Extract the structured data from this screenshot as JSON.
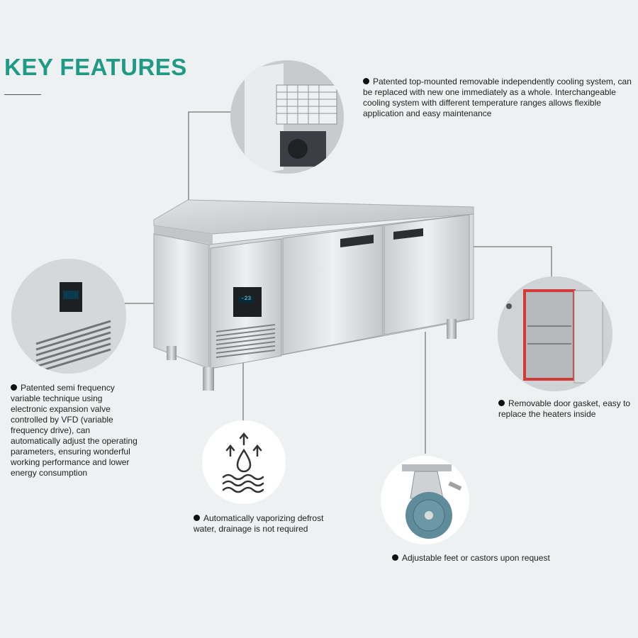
{
  "heading": "KEY FEATURES",
  "features": [
    {
      "text": "Patented top-mounted removable independently cooling system, can be replaced with new one immediately as a whole. Interchangeable cooling system with different temperature ranges allows flexible application and easy maintenance"
    },
    {
      "text": "Patented semi frequency variable technique using electronic expansion valve controlled by VFD (variable frequency drive), can automatically adjust the operating parameters, ensuring wonderful working performance and lower energy consumption"
    },
    {
      "text": "Removable door gasket, easy to replace the heaters inside"
    },
    {
      "text": "Automatically vaporizing defrost water, drainage is not required"
    },
    {
      "text": "Adjustable feet or castors upon request"
    }
  ],
  "display": {
    "readout": "-23"
  },
  "icons": {
    "cooling": "cooling-unit-icon",
    "control": "control-panel-icon",
    "gasket": "door-gasket-icon",
    "defrost": "water-vapor-icon",
    "castor": "castor-wheel-icon"
  },
  "colors": {
    "accent": "#1e9a85",
    "gasket": "#d23a3a",
    "wheel": "#5f8b9a"
  }
}
